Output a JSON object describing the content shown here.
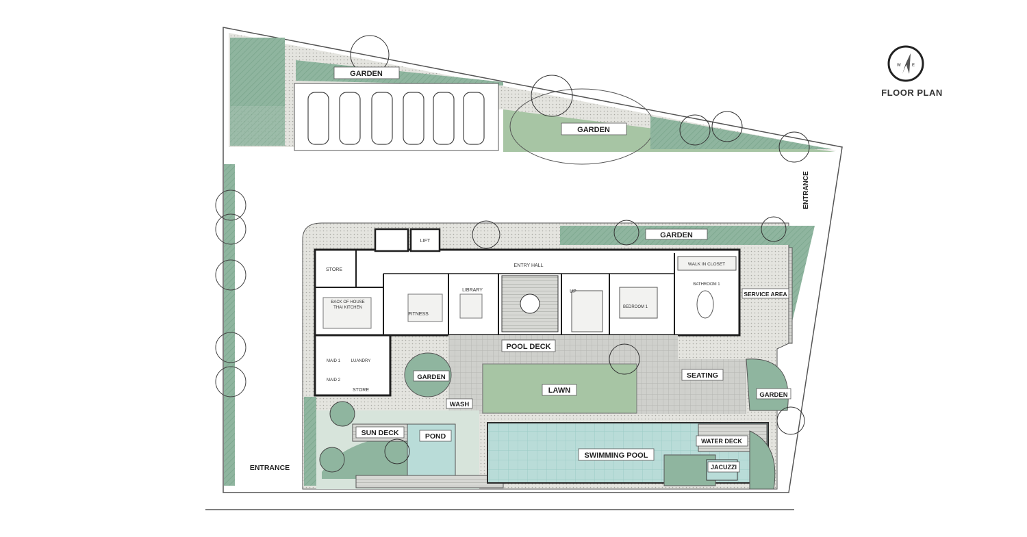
{
  "plan": {
    "title": "FLOOR PLAN",
    "compass": "compass-icon",
    "colors": {
      "garden": "#8fb59f",
      "garden_dark": "#6f9a85",
      "lawn": "#a7c5a4",
      "paving": "#c9c9c4",
      "pool": "#b9dcd8",
      "wall": "#1e1e1e",
      "label_bg": "#ffffff"
    },
    "labels": {
      "garden_top": "GARDEN",
      "garden_mid": "GARDEN",
      "garden_upper_right": "GARDEN",
      "garden_courtyard": "GARDEN",
      "garden_right": "GARDEN",
      "entrance_right": "ENTRANCE",
      "entrance_left": "ENTRANCE",
      "service_area": "SERVICE AREA",
      "store_top": "STORE",
      "lift": "LIFT",
      "entry_hall": "ENTRY HALL",
      "back_of_house": "BACK OF HOUSE",
      "thai_kitchen": "THAI KITCHEN",
      "library": "LIBRARY",
      "fitness": "FITNESS",
      "up": "UP",
      "bedroom": "BEDROOM 1",
      "walk_in_closet": "WALK IN CLOSET",
      "bathroom": "BATHROOM 1",
      "maid1": "MAID 1",
      "maid2": "MAID 2",
      "laundry": "LUANDRY",
      "store_bottom": "STORE",
      "pool_deck": "POOL DECK",
      "seating": "SEATING",
      "lawn": "LAWN",
      "wash": "WASH",
      "sun_deck": "SUN DECK",
      "pond": "POND",
      "swimming_pool": "SWIMMING POOL",
      "water_deck": "WATER DECK",
      "jacuzzi": "JACUZZI"
    }
  }
}
